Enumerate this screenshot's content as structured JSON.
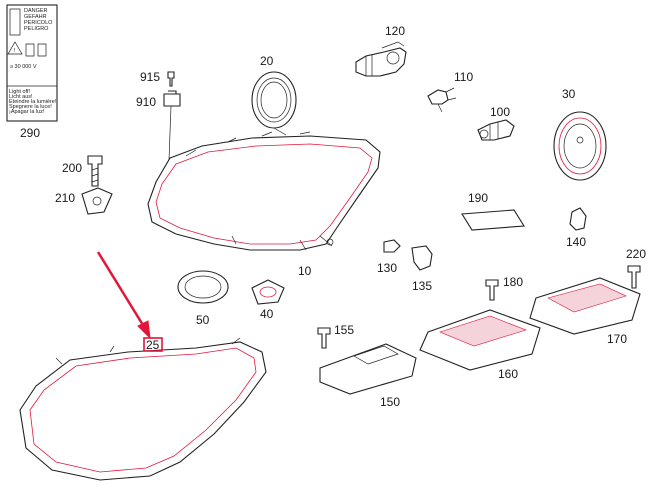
{
  "colors": {
    "line": "#222222",
    "highlight": "#e0173b",
    "tint": "#f4d3da",
    "background": "#ffffff"
  },
  "label_card": {
    "lines": [
      "DANGER",
      "GEFAHR",
      "PERICOLO",
      "PELIGRO"
    ],
    "small_lines": [
      "Light off!",
      "Licht aus!",
      "Eteindre la lumière!",
      "Spegnere la luce!",
      "¡Apagar la luz!"
    ],
    "voltage": "≥ 30 000 V"
  },
  "parts": {
    "p290": "290",
    "p915": "915",
    "p910": "910",
    "p20": "20",
    "p120": "120",
    "p110": "110",
    "p100": "100",
    "p30": "30",
    "p200": "200",
    "p210": "210",
    "p190": "190",
    "p140": "140",
    "p10": "10",
    "p130": "130",
    "p135": "135",
    "p220": "220",
    "p50": "50",
    "p40": "40",
    "p180": "180",
    "p155": "155",
    "p170": "170",
    "p160": "160",
    "p150": "150",
    "p25": "25"
  }
}
